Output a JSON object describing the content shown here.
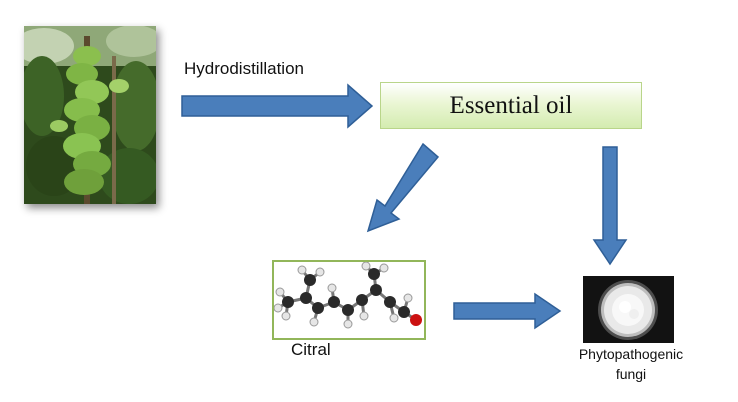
{
  "nodes": {
    "hydrodistillation_label": "Hydrodistillation",
    "essential_oil_label": "Essential oil",
    "citral_label": "Citral",
    "fungi_label_line1": "Phytopathogenic",
    "fungi_label_line2": "fungi"
  },
  "colors": {
    "arrow_fill": "#4a7ebb",
    "arrow_stroke": "#2f5f97",
    "essential_oil_box_fill": "#e3f2c8",
    "essential_oil_box_border": "#b9d58a",
    "citral_box_border": "#92b65a",
    "molecule_carbon": "#2a2a2a",
    "molecule_hydrogen": "#e6e6e6",
    "molecule_oxygen": "#cc1111",
    "petri_dish_background": "#121212"
  },
  "images": {
    "plant_photo": "plant-photo",
    "citral_molecule": "citral-ball-and-stick-model",
    "fungal_culture": "fungal-culture-petri-dish"
  },
  "flow": [
    {
      "from": "plant",
      "to": "essential_oil",
      "label": "Hydrodistillation"
    },
    {
      "from": "essential_oil",
      "to": "citral"
    },
    {
      "from": "essential_oil",
      "to": "phytopathogenic_fungi"
    },
    {
      "from": "citral",
      "to": "phytopathogenic_fungi"
    }
  ]
}
